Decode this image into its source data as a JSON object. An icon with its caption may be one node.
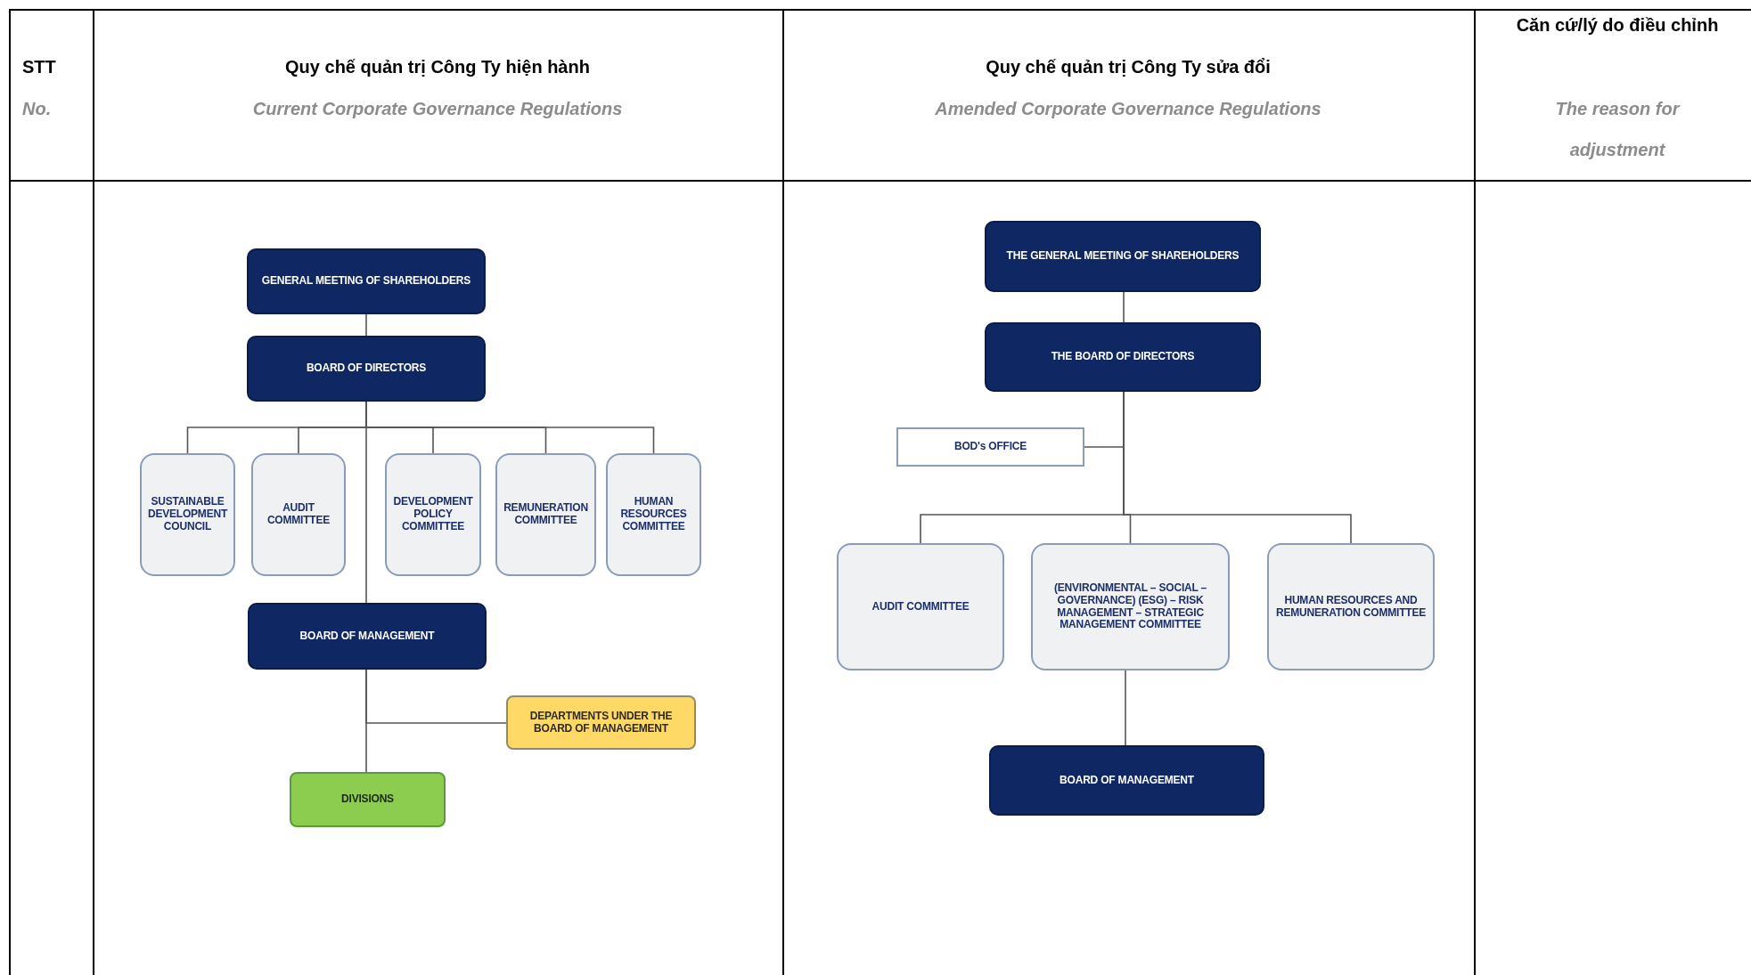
{
  "diagram": {
    "nodes": [
      {
        "text": [
          "GENERAL MEETING OF SHAREHOLDERS"
        ]
      },
      {
        "text": [
          "BOARD OF DIRECTORS"
        ]
      },
      {
        "text": [
          "SUSTAINABLE DEVELOPMENT COUNCIL"
        ]
      },
      {
        "text": [
          "AUDIT COMMITTEE"
        ]
      },
      {
        "text": [
          "DEVELOPMENT POLICY COMMITTEE"
        ]
      },
      {
        "text": [
          "REMUNERATION COMMITTEE"
        ]
      },
      {
        "text": [
          "HUMAN RESOURCES COMMITTEE"
        ]
      },
      {
        "text": [
          "BOARD OF MANAGEMENT"
        ]
      },
      {
        "text": [
          "DEPARTMENTS UNDER THE BOARD OF MANAGEMENT"
        ]
      },
      {
        "text": [
          "DIVISIONS"
        ]
      },
      {
        "text": [
          "THE GENERAL MEETING OF SHAREHOLDERS"
        ]
      },
      {
        "text": [
          "THE BOARD OF DIRECTORS"
        ]
      },
      {
        "text": [
          "BOD's OFFICE"
        ]
      },
      {
        "text": [
          "AUDIT COMMITTEE"
        ]
      },
      {
        "text": [
          "(ENVIRONMENTAL – SOCIAL – GOVERNANCE) (ESG) – RISK MANAGEMENT – STRATEGIC MANAGEMENT COMMITTEE"
        ]
      },
      {
        "text": [
          "HUMAN RESOURCES AND REMUNERATION COMMITTEE"
        ]
      },
      {
        "text": [
          "BOARD OF MANAGEMENT"
        ]
      }
    ],
    "edges": [
      {
        "from": 0,
        "to": 1,
        "arrow": "none"
      },
      {
        "from": 1,
        "to": 2,
        "arrow": "none"
      },
      {
        "from": 1,
        "to": 3,
        "arrow": "none"
      },
      {
        "from": 1,
        "to": 4,
        "arrow": "none"
      },
      {
        "from": 1,
        "to": 5,
        "arrow": "none"
      },
      {
        "from": 1,
        "to": 6,
        "arrow": "none"
      },
      {
        "from": 1,
        "to": 7,
        "arrow": "none"
      },
      {
        "from": 7,
        "to": 8,
        "arrow": "none"
      },
      {
        "from": 7,
        "to": 9,
        "arrow": "none"
      },
      {
        "from": 10,
        "to": 11,
        "arrow": "none"
      },
      {
        "from": 11,
        "to": 12,
        "arrow": "none"
      },
      {
        "from": 11,
        "to": 13,
        "arrow": "none"
      },
      {
        "from": 11,
        "to": 14,
        "arrow": "none"
      },
      {
        "from": 11,
        "to": 15,
        "arrow": "none"
      },
      {
        "from": 14,
        "to": 16,
        "arrow": "none"
      }
    ],
    "labels": [
      "STT",
      "No.",
      "Quy chế quản trị Công Ty hiện hành",
      "Current Corporate Governance Regulations",
      "Quy chế quản trị Công Ty sửa đổi",
      "Amended Corporate Governance Regulations",
      "Căn cứ/lý do điều chỉnh",
      "The reason for adjustment"
    ]
  }
}
